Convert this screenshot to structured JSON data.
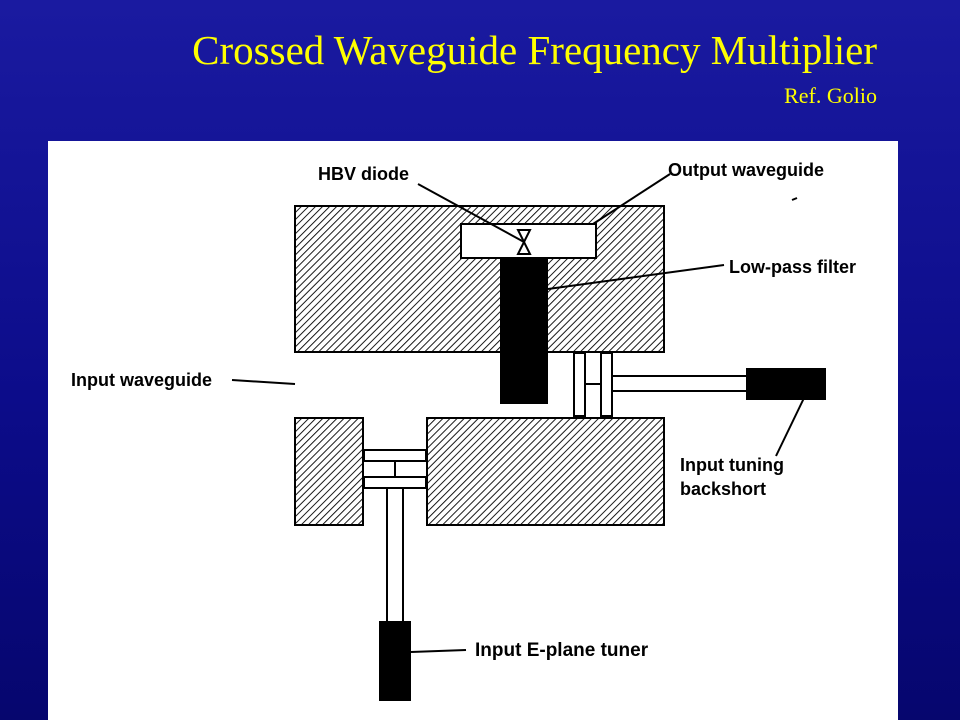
{
  "slide": {
    "title": "Crossed Waveguide Frequency Multiplier",
    "reference": "Ref. Golio"
  },
  "diagram": {
    "labels": {
      "hbv_diode": "HBV diode",
      "output_waveguide": "Output waveguide",
      "low_pass_filter": "Low-pass filter",
      "input_waveguide": "Input waveguide",
      "input_tuning_backshort_line1": "Input tuning",
      "input_tuning_backshort_line2": "backshort",
      "input_eplane_tuner": "Input E-plane tuner"
    }
  },
  "colors": {
    "background": "#0c0c8a",
    "title_text": "#ffff00",
    "panel": "#ffffff",
    "ink": "#000000"
  }
}
